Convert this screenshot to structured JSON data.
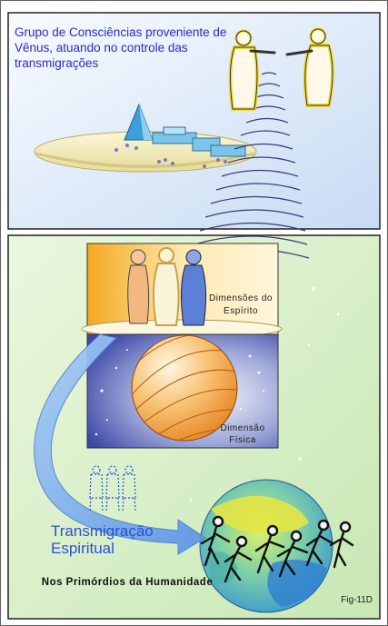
{
  "top_panel": {
    "caption": "Grupo de Consciências proveniente de Vênus, atuando no controle das transmigrações"
  },
  "middle_panel": {
    "spirit_label": "Dimensões do Espírito",
    "physical_label": "Dimensão Física"
  },
  "bottom_panel": {
    "transmigration_label": "Transmigração Espiritual",
    "caption": "Nos Primórdios da Humanidade",
    "figure_id": "Fig-11D"
  },
  "colors": {
    "top_background": "#dfeaf8",
    "bottom_background": "#d8efc9",
    "text_blue": "#2a2ad0",
    "arrow_blue": "#7fb2f0",
    "halo_yellow": "#f3e64a"
  }
}
